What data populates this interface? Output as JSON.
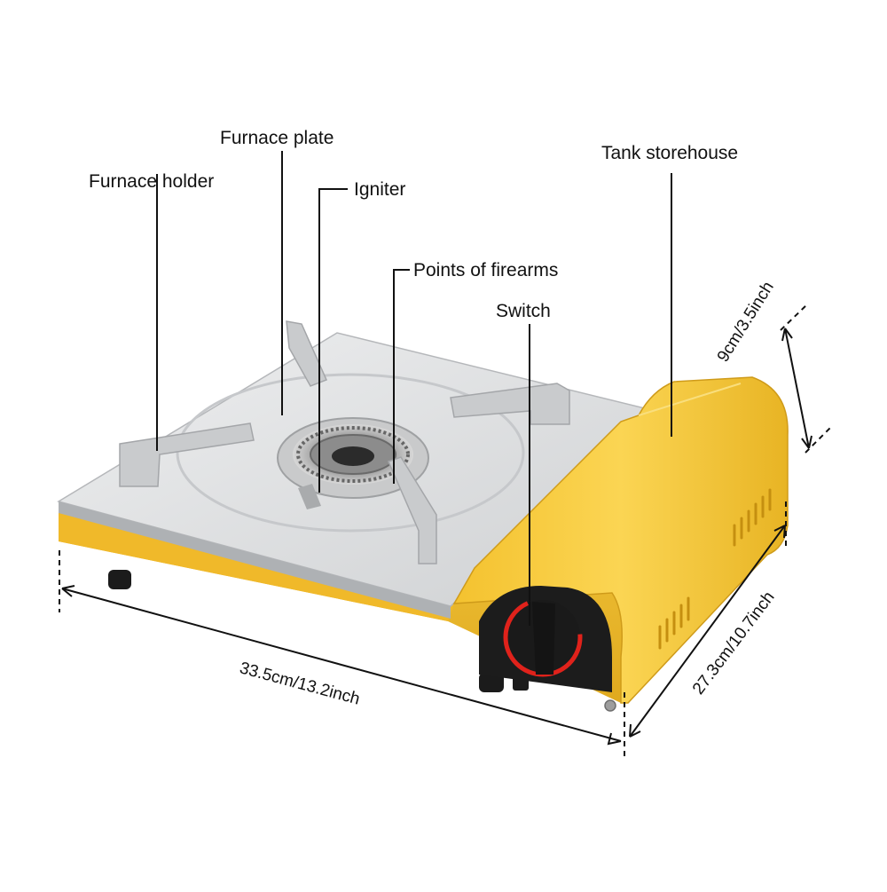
{
  "callouts": {
    "furnace_plate": "Furnace plate",
    "furnace_holder": "Furnace holder",
    "igniter": "Igniter",
    "points_of_firearms": "Points of firearms",
    "switch": "Switch",
    "tank_storehouse": "Tank storehouse"
  },
  "dimensions": {
    "width": "33.5cm/13.2inch",
    "depth": "27.3cm/10.7inch",
    "height": "9cm/3.5inch"
  },
  "colors": {
    "body_yellow": "#f2c232",
    "body_yellow_dark": "#d9a21c",
    "plate_silver": "#dedfe0",
    "plate_silver_dark": "#b9bbbe",
    "knob_black": "#1c1c1c",
    "knob_red": "#e0221b"
  }
}
